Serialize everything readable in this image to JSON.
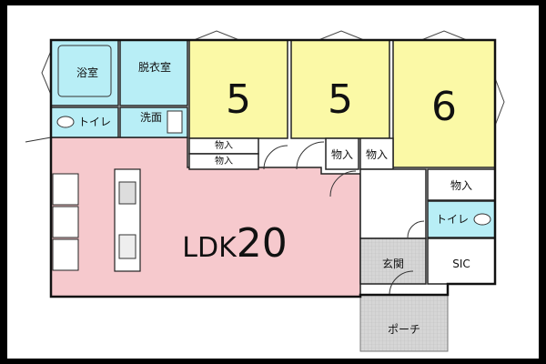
{
  "rooms": {
    "bath": "浴室",
    "dressing": "脱衣室",
    "toilet_left": "トイレ",
    "washroom": "洗面",
    "bedroom1": "5",
    "bedroom2": "5",
    "bedroom3": "6",
    "storage_a": "物入",
    "storage_b": "物入",
    "storage_c": "物入",
    "storage_d": "物入",
    "storage_e": "物入",
    "toilet_right": "トイレ",
    "ldk_text": "LDK",
    "ldk_num": "20",
    "entrance": "玄関",
    "sic": "SIC",
    "porch": "ポーチ"
  },
  "colors": {
    "bedroom": "#fbf9a6",
    "wet": "#b8eef6",
    "ldk": "#f6c9cd",
    "entrance": "#d8d8d8",
    "wall": "#111111"
  }
}
